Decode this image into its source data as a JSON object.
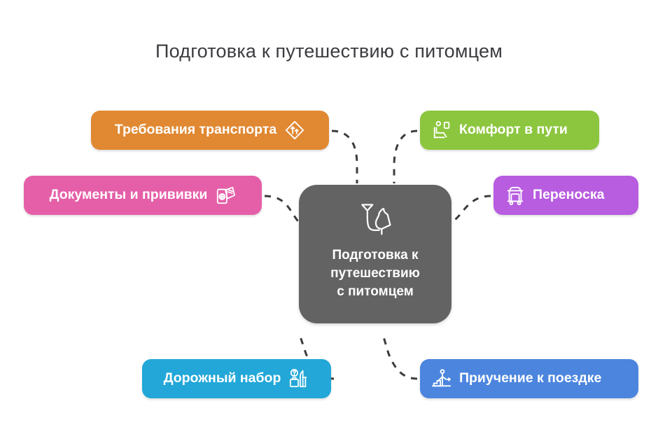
{
  "page": {
    "title": "Подготовка к путешествию с питомцем",
    "background_color": "#ffffff",
    "title_color": "#3b3b40"
  },
  "center": {
    "label": "Подготовка к\nпутешествию\nс питомцем",
    "color": "#636363",
    "icon": "leash-dog-icon"
  },
  "connector": {
    "color": "#3c3c3c",
    "style": "dashed"
  },
  "nodes": [
    {
      "id": "transport",
      "label": "Требования транспорта",
      "color": "#e08832",
      "icon": "road-sign-diamond-icon",
      "icon_side": "right"
    },
    {
      "id": "documents",
      "label": "Документы и прививки",
      "color": "#e55fa8",
      "icon": "passport-tickets-icon",
      "icon_side": "right"
    },
    {
      "id": "comfort",
      "label": "Комфорт в пути",
      "color": "#8cc63e",
      "icon": "seat-passenger-icon",
      "icon_side": "left"
    },
    {
      "id": "carrier",
      "label": "Переноска",
      "color": "#b85ce0",
      "icon": "luggage-cart-icon",
      "icon_side": "left"
    },
    {
      "id": "kit",
      "label": "Дорожный набор",
      "color": "#22a7d8",
      "icon": "travel-kit-bag-icon",
      "icon_side": "right"
    },
    {
      "id": "training",
      "label": "Приучение к поездке",
      "color": "#4c85de",
      "icon": "training-steps-icon",
      "icon_side": "left"
    }
  ]
}
